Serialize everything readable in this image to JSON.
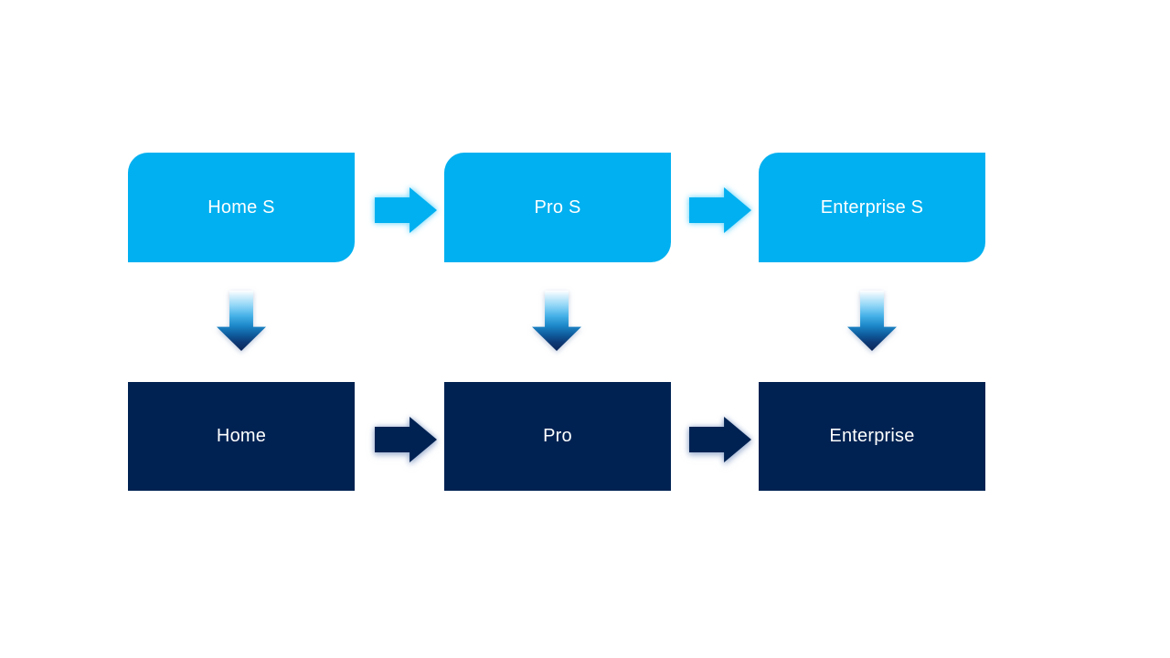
{
  "canvas": {
    "background": "#ffffff"
  },
  "colors": {
    "canvas_bg": "#ffffff",
    "top_node_fill": "#00b0f0",
    "bottom_node_fill": "#002252",
    "node_text": "#ffffff",
    "down_arrow_gradient_top": "#ffffff",
    "down_arrow_gradient_bottom": "#0b2558"
  },
  "diagram": {
    "top_row": {
      "nodes": [
        {
          "label": "Home S"
        },
        {
          "label": "Pro S"
        },
        {
          "label": "Enterprise S"
        }
      ],
      "connector_icon": "right-arrow-icon"
    },
    "bottom_row": {
      "nodes": [
        {
          "label": "Home"
        },
        {
          "label": "Pro"
        },
        {
          "label": "Enterprise"
        }
      ],
      "connector_icon": "right-arrow-icon"
    },
    "vertical_connector_icon": "down-arrow-icon"
  }
}
